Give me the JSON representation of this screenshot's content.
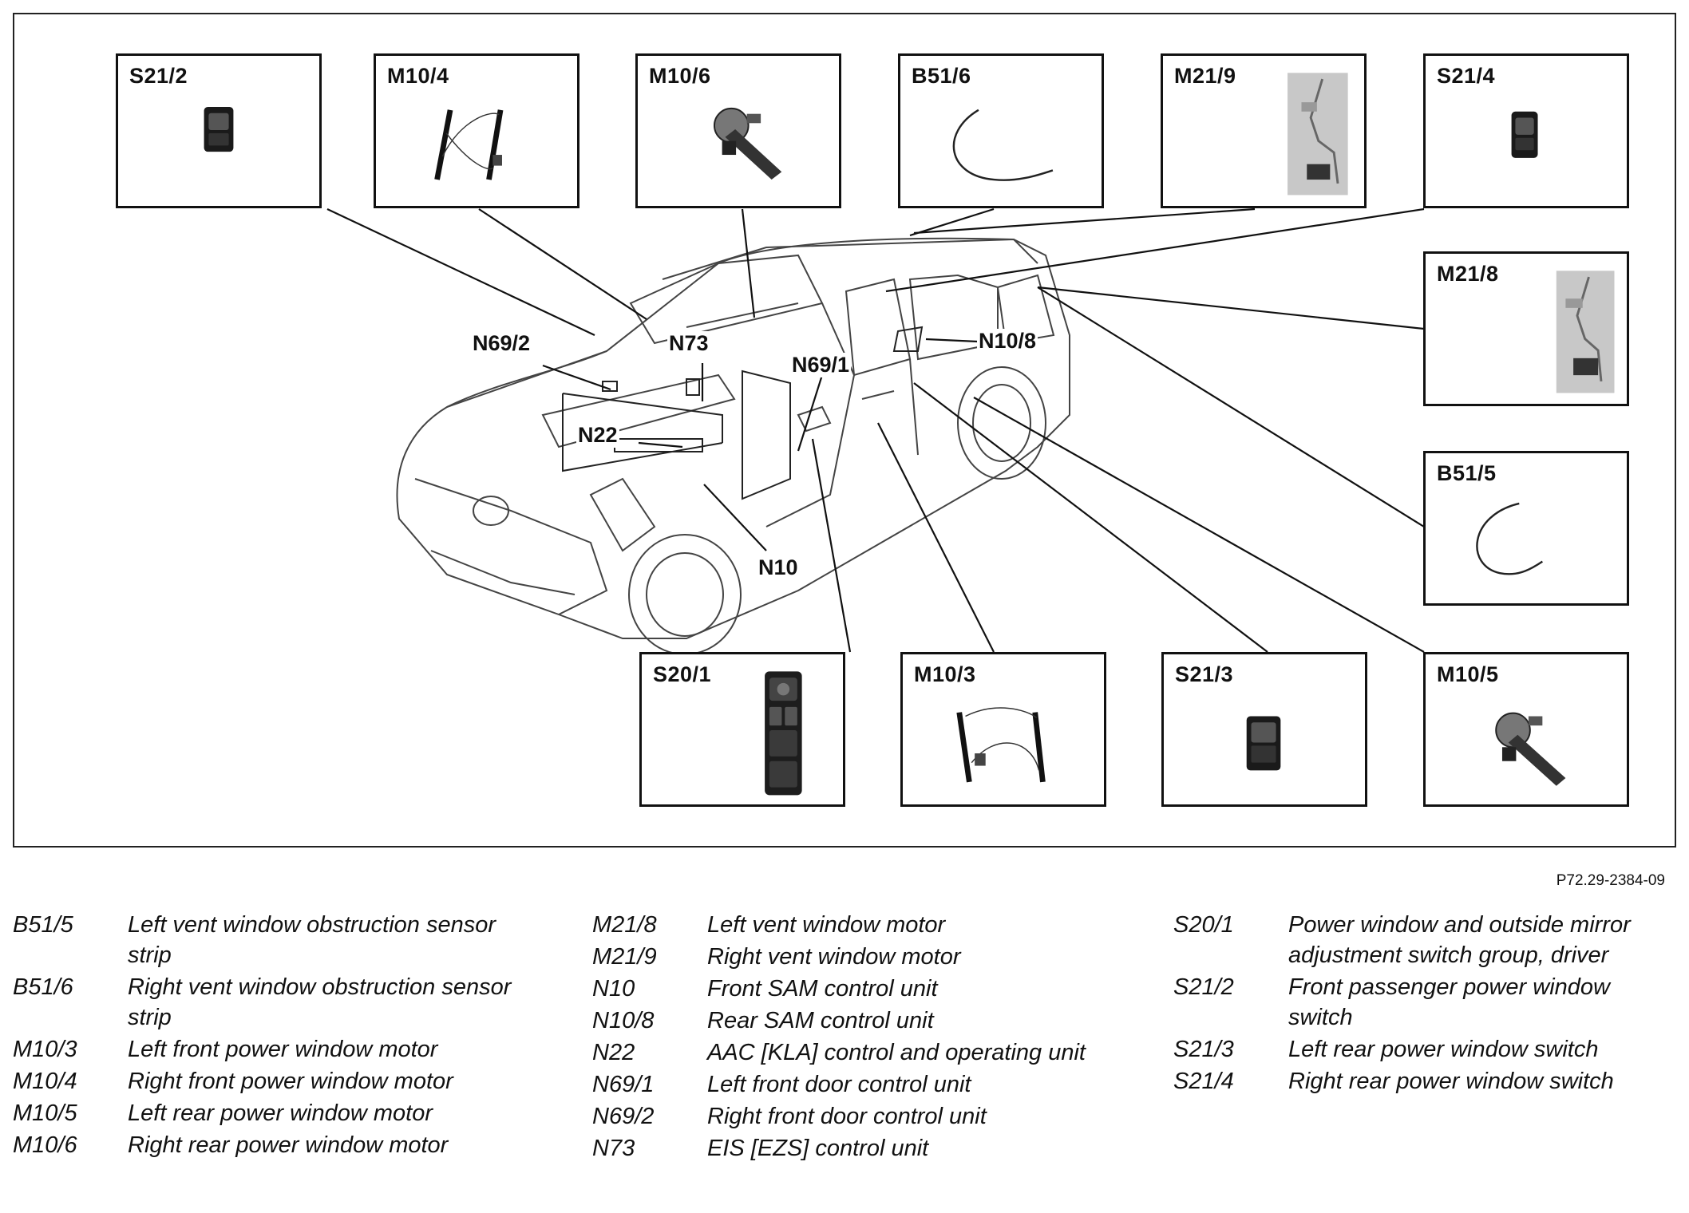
{
  "reference_code": "P72.29-2384-09",
  "component_boxes": [
    {
      "id": "S21/2",
      "icon": "rocker-switch"
    },
    {
      "id": "M10/4",
      "icon": "window-regulator"
    },
    {
      "id": "M10/6",
      "icon": "window-motor"
    },
    {
      "id": "B51/6",
      "icon": "sensor-strip"
    },
    {
      "id": "M21/9",
      "icon": "vent-window-motor-photo"
    },
    {
      "id": "S21/4",
      "icon": "rocker-switch"
    },
    {
      "id": "M21/8",
      "icon": "vent-window-motor-photo"
    },
    {
      "id": "B51/5",
      "icon": "sensor-strip"
    },
    {
      "id": "S20/1",
      "icon": "switch-group"
    },
    {
      "id": "M10/3",
      "icon": "window-regulator"
    },
    {
      "id": "S21/3",
      "icon": "rocker-switch"
    },
    {
      "id": "M10/5",
      "icon": "window-motor"
    }
  ],
  "car_labels": [
    "N69/2",
    "N73",
    "N69/1",
    "N10/8",
    "N22",
    "N10"
  ],
  "legend": {
    "columns": [
      [
        {
          "code": "B51/5",
          "text": "Left vent window obstruction sensor strip"
        },
        {
          "code": "B51/6",
          "text": "Right vent window obstruction sensor strip"
        },
        {
          "code": "M10/3",
          "text": "Left front power window motor"
        },
        {
          "code": "M10/4",
          "text": "Right front power window motor"
        },
        {
          "code": "M10/5",
          "text": "Left rear power window motor"
        },
        {
          "code": "M10/6",
          "text": "Right rear power window motor"
        }
      ],
      [
        {
          "code": "M21/8",
          "text": "Left vent window motor"
        },
        {
          "code": "M21/9",
          "text": "Right vent window motor"
        },
        {
          "code": "N10",
          "text": "Front SAM control unit"
        },
        {
          "code": "N10/8",
          "text": "Rear SAM control unit"
        },
        {
          "code": "N22",
          "text": "AAC [KLA] control and operating unit"
        },
        {
          "code": "N69/1",
          "text": "Left front door control unit"
        },
        {
          "code": "N69/2",
          "text": "Right front door control unit"
        },
        {
          "code": "N73",
          "text": "EIS [EZS] control unit"
        }
      ],
      [
        {
          "code": "S20/1",
          "text": "Power window and outside mirror adjustment switch group, driver"
        },
        {
          "code": "S21/2",
          "text": "Front passenger power window switch"
        },
        {
          "code": "S21/3",
          "text": "Left rear power window switch"
        },
        {
          "code": "S21/4",
          "text": "Right rear power window switch"
        }
      ]
    ]
  }
}
